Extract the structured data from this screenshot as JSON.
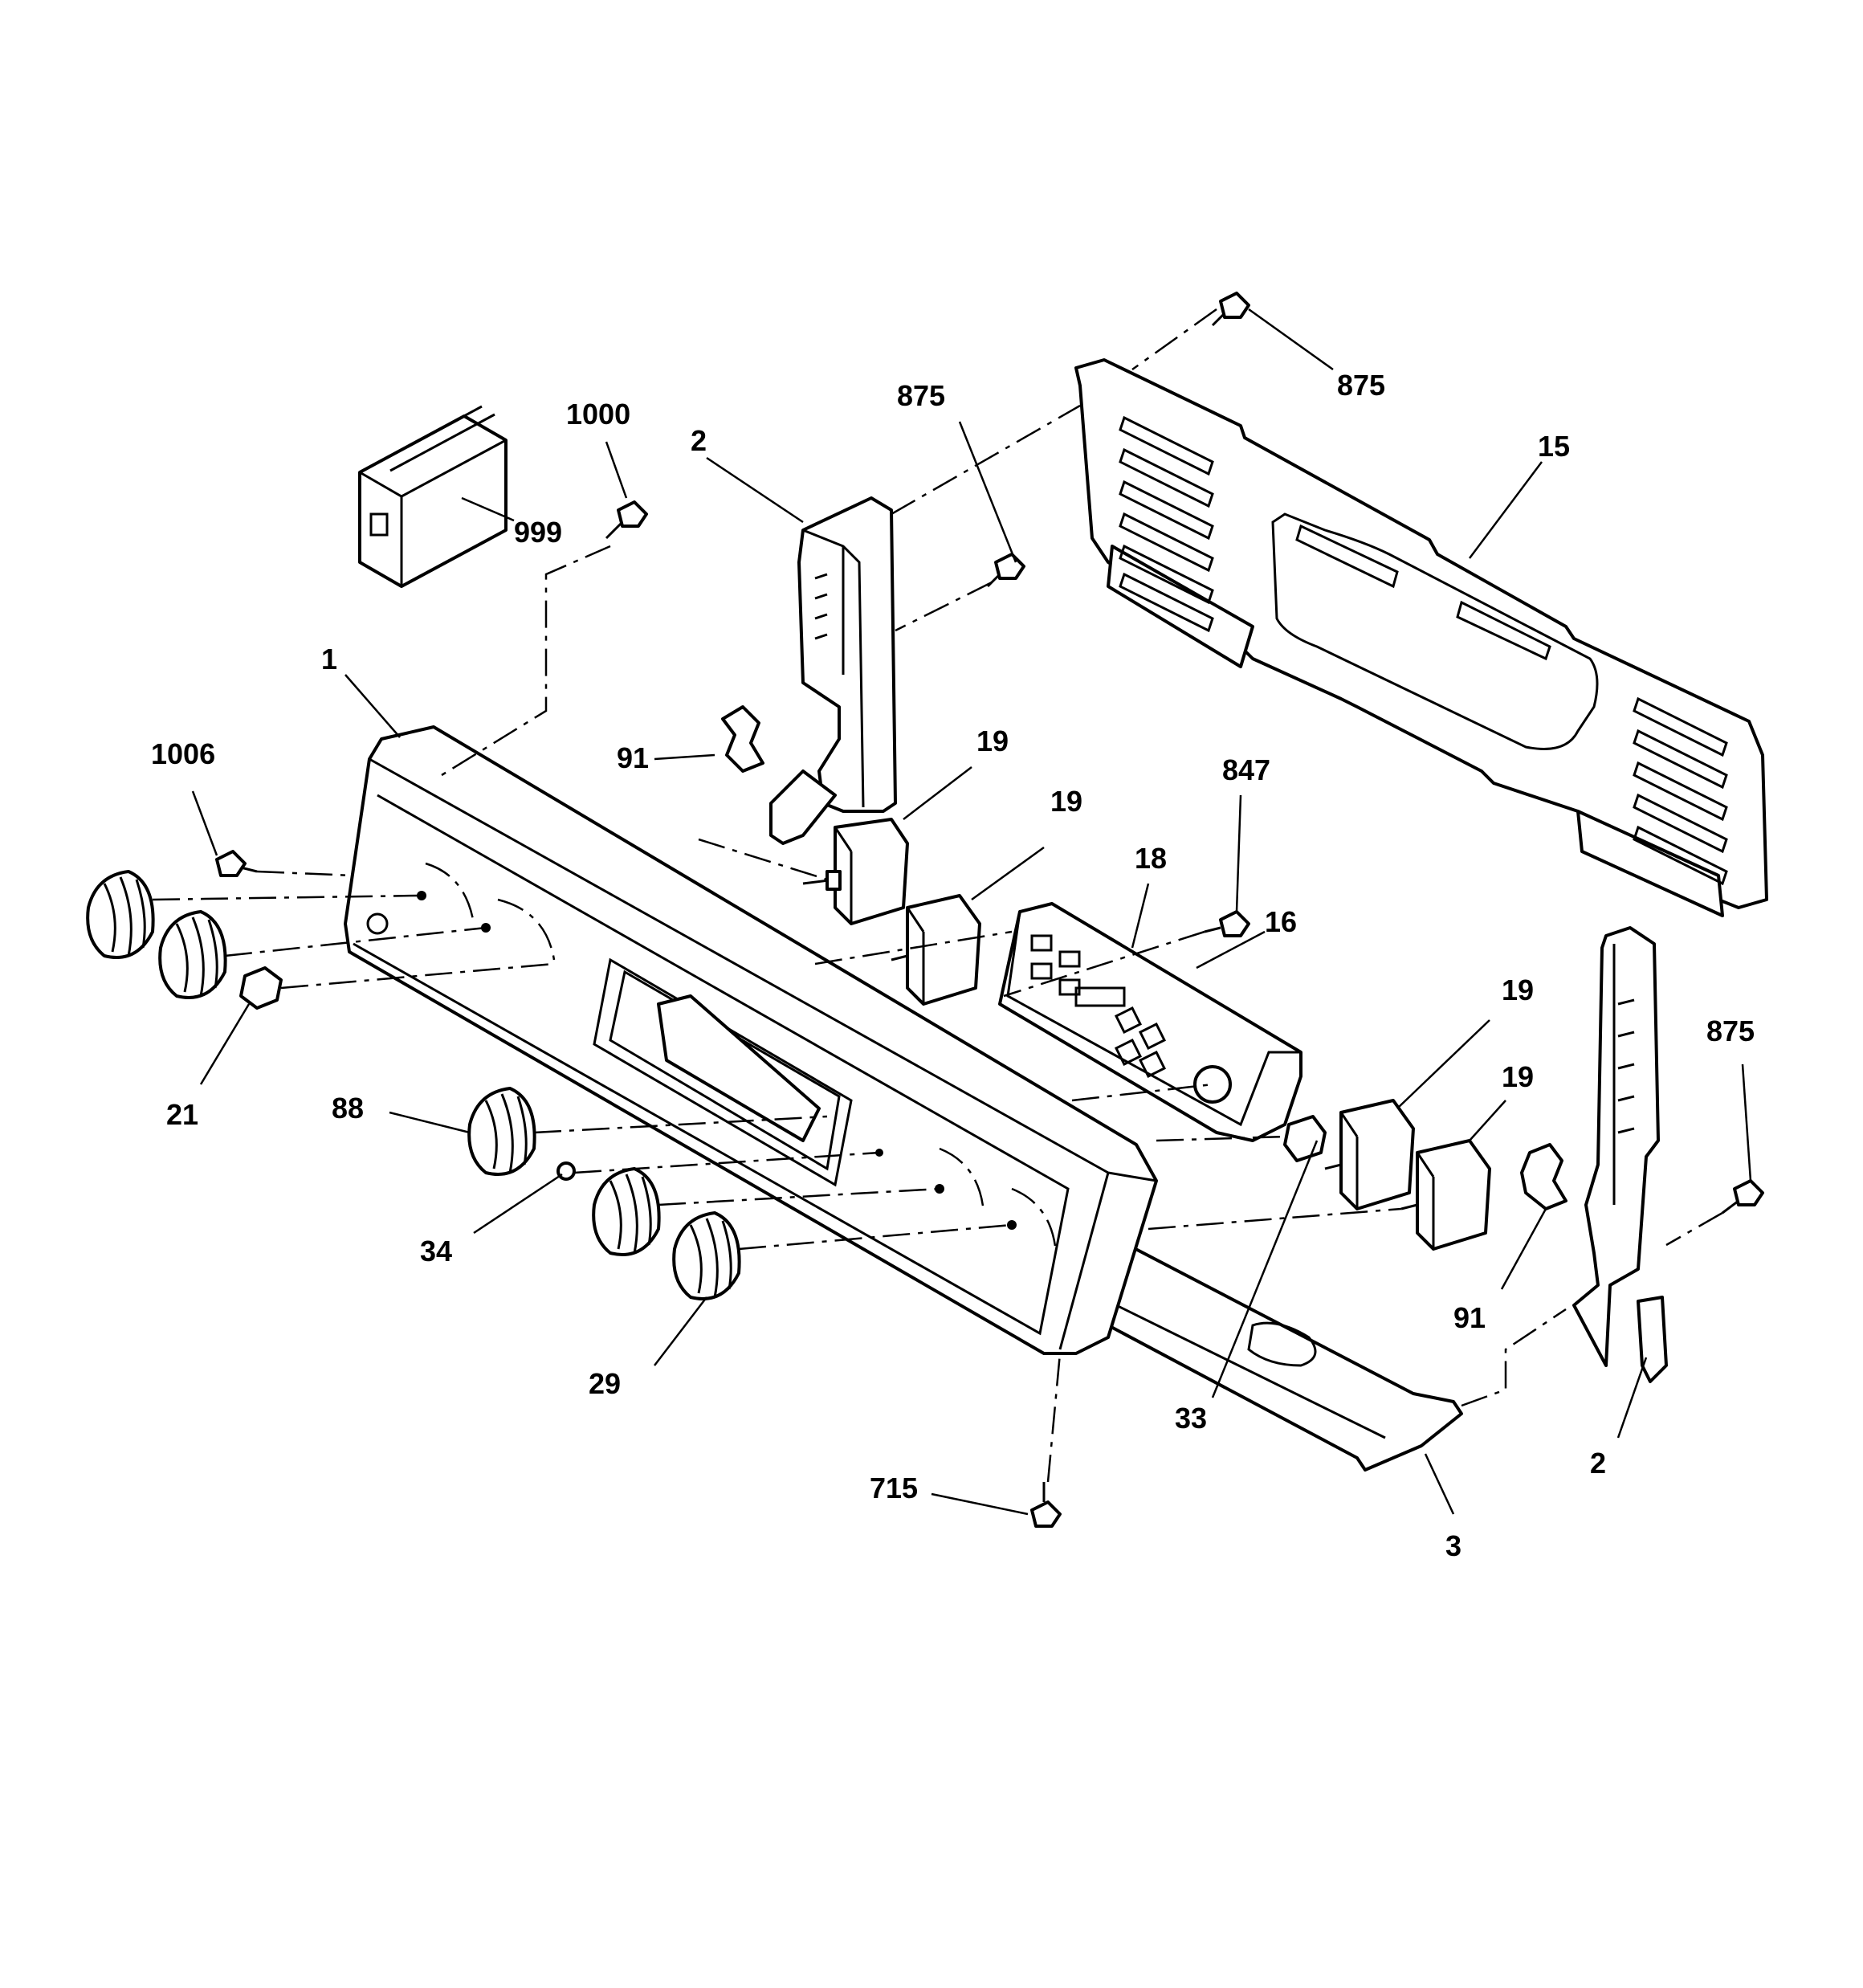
{
  "diagram": {
    "background": "#ffffff",
    "ink": "#000000",
    "callouts": [
      {
        "key": "c875a",
        "label": "875"
      },
      {
        "key": "c15",
        "label": "15"
      },
      {
        "key": "c875b",
        "label": "875"
      },
      {
        "key": "c1000",
        "label": "1000"
      },
      {
        "key": "c2a",
        "label": "2"
      },
      {
        "key": "c999",
        "label": "999"
      },
      {
        "key": "c1",
        "label": "1"
      },
      {
        "key": "c1006",
        "label": "1006"
      },
      {
        "key": "c91a",
        "label": "91"
      },
      {
        "key": "c19a",
        "label": "19"
      },
      {
        "key": "c19b",
        "label": "19"
      },
      {
        "key": "c847",
        "label": "847"
      },
      {
        "key": "c18",
        "label": "18"
      },
      {
        "key": "c16",
        "label": "16"
      },
      {
        "key": "c19c",
        "label": "19"
      },
      {
        "key": "c875c",
        "label": "875"
      },
      {
        "key": "c19d",
        "label": "19"
      },
      {
        "key": "c21",
        "label": "21"
      },
      {
        "key": "c88",
        "label": "88"
      },
      {
        "key": "c34",
        "label": "34"
      },
      {
        "key": "c29",
        "label": "29"
      },
      {
        "key": "c33",
        "label": "33"
      },
      {
        "key": "c91b",
        "label": "91"
      },
      {
        "key": "c715",
        "label": "715"
      },
      {
        "key": "c2b",
        "label": "2"
      },
      {
        "key": "c3",
        "label": "3"
      }
    ]
  }
}
